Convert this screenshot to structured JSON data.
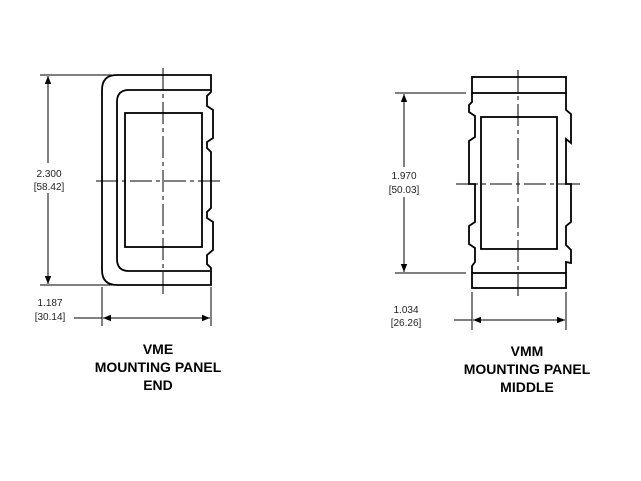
{
  "left_part": {
    "height_in": "2.300",
    "height_mm": "[58.42]",
    "width_in": "1.187",
    "width_mm": "[30.14]",
    "title": [
      "VME",
      "MOUNTING PANEL",
      "END"
    ]
  },
  "right_part": {
    "height_in": "1.970",
    "height_mm": "[50.03]",
    "width_in": "1.034",
    "width_mm": "[26.26]",
    "title": [
      "VMM",
      "MOUNTING PANEL",
      "MIDDLE"
    ]
  }
}
